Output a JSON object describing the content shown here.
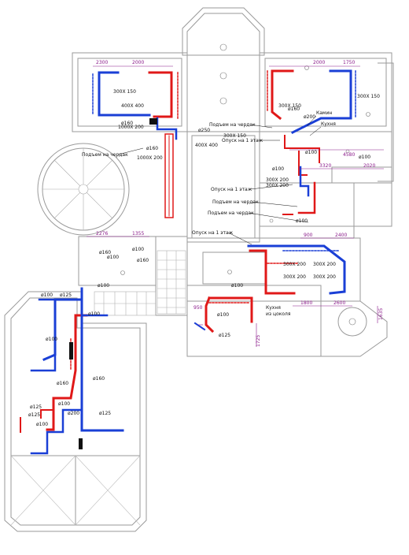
{
  "colors": {
    "supply": "#e01818",
    "exhaust": "#1a3fd6",
    "dimension": "#8a1a8a",
    "wall": "#9a9a9a",
    "text": "#111111"
  },
  "dimensions": [
    {
      "id": "d2300",
      "text": "2300"
    },
    {
      "id": "d2000a",
      "text": "2000"
    },
    {
      "id": "d2000b",
      "text": "2000"
    },
    {
      "id": "d1750",
      "text": "1750"
    },
    {
      "id": "d4580",
      "text": "4580"
    },
    {
      "id": "d3320",
      "text": "3320"
    },
    {
      "id": "d2020",
      "text": "2020"
    },
    {
      "id": "d2276",
      "text": "2276"
    },
    {
      "id": "d1355",
      "text": "1355"
    },
    {
      "id": "d900",
      "text": "900"
    },
    {
      "id": "d2400",
      "text": "2400"
    },
    {
      "id": "d1800",
      "text": "1800"
    },
    {
      "id": "d2600",
      "text": "2600"
    },
    {
      "id": "d950",
      "text": "950"
    },
    {
      "id": "d1725",
      "text": "1725"
    },
    {
      "id": "d1635",
      "text": "1635"
    }
  ],
  "duct_labels": [
    {
      "id": "a1",
      "text": "300X 150"
    },
    {
      "id": "a2",
      "text": "400X 400"
    },
    {
      "id": "a3",
      "text": "ø160"
    },
    {
      "id": "a4",
      "text": "1000X 200"
    },
    {
      "id": "a5",
      "text": "ø160"
    },
    {
      "id": "a6",
      "text": "1000X 200"
    },
    {
      "id": "a7",
      "text": "300X 150"
    },
    {
      "id": "a8",
      "text": "ø160"
    },
    {
      "id": "a9",
      "text": "ø200"
    },
    {
      "id": "a10",
      "text": "300X 150"
    },
    {
      "id": "a11",
      "text": "300X 150"
    },
    {
      "id": "a12",
      "text": "ø250"
    },
    {
      "id": "a13",
      "text": "400X 400"
    },
    {
      "id": "a14",
      "text": "ø100"
    },
    {
      "id": "a15",
      "text": "ø100"
    },
    {
      "id": "a16",
      "text": "ø100"
    },
    {
      "id": "a17",
      "text": "300X 200"
    },
    {
      "id": "a18",
      "text": "300X 200"
    },
    {
      "id": "a19",
      "text": "ø100"
    },
    {
      "id": "a20",
      "text": "ø160"
    },
    {
      "id": "a21",
      "text": "ø100"
    },
    {
      "id": "a22",
      "text": "ø160"
    },
    {
      "id": "a23",
      "text": "ø100"
    },
    {
      "id": "a24",
      "text": "300X 200"
    },
    {
      "id": "a25",
      "text": "300X 200"
    },
    {
      "id": "a26",
      "text": "300X 200"
    },
    {
      "id": "a27",
      "text": "300X 200"
    },
    {
      "id": "a28",
      "text": "ø100"
    },
    {
      "id": "a29",
      "text": "ø100"
    },
    {
      "id": "a30",
      "text": "ø125"
    },
    {
      "id": "a31",
      "text": "ø100"
    },
    {
      "id": "a32",
      "text": "ø100"
    },
    {
      "id": "a33",
      "text": "ø125"
    },
    {
      "id": "a34",
      "text": "ø100"
    },
    {
      "id": "a35",
      "text": "ø100"
    },
    {
      "id": "a36",
      "text": "ø160"
    },
    {
      "id": "a37",
      "text": "ø160"
    },
    {
      "id": "a38",
      "text": "ø200"
    },
    {
      "id": "a39",
      "text": "ø125"
    },
    {
      "id": "a40",
      "text": "ø125"
    },
    {
      "id": "a41",
      "text": "ø125"
    },
    {
      "id": "a42",
      "text": "ø100"
    },
    {
      "id": "a43",
      "text": "ø100"
    }
  ],
  "annotations": [
    {
      "id": "n1",
      "text": "Подъем на чердак"
    },
    {
      "id": "n2",
      "text": "Подъем на чердак"
    },
    {
      "id": "n3",
      "text": "Опуск на 1 этаж"
    },
    {
      "id": "n4",
      "text": "Камин"
    },
    {
      "id": "n5",
      "text": "Кухня"
    },
    {
      "id": "n6",
      "text": "Опуск на 1 этаж"
    },
    {
      "id": "n7",
      "text": "Подъем на чердак"
    },
    {
      "id": "n8",
      "text": "Подъем на чердак"
    },
    {
      "id": "n9",
      "text": "Опуск на 1 этаж"
    },
    {
      "id": "n10",
      "text": "Кухня"
    },
    {
      "id": "n11",
      "text": "из цоколя"
    }
  ]
}
